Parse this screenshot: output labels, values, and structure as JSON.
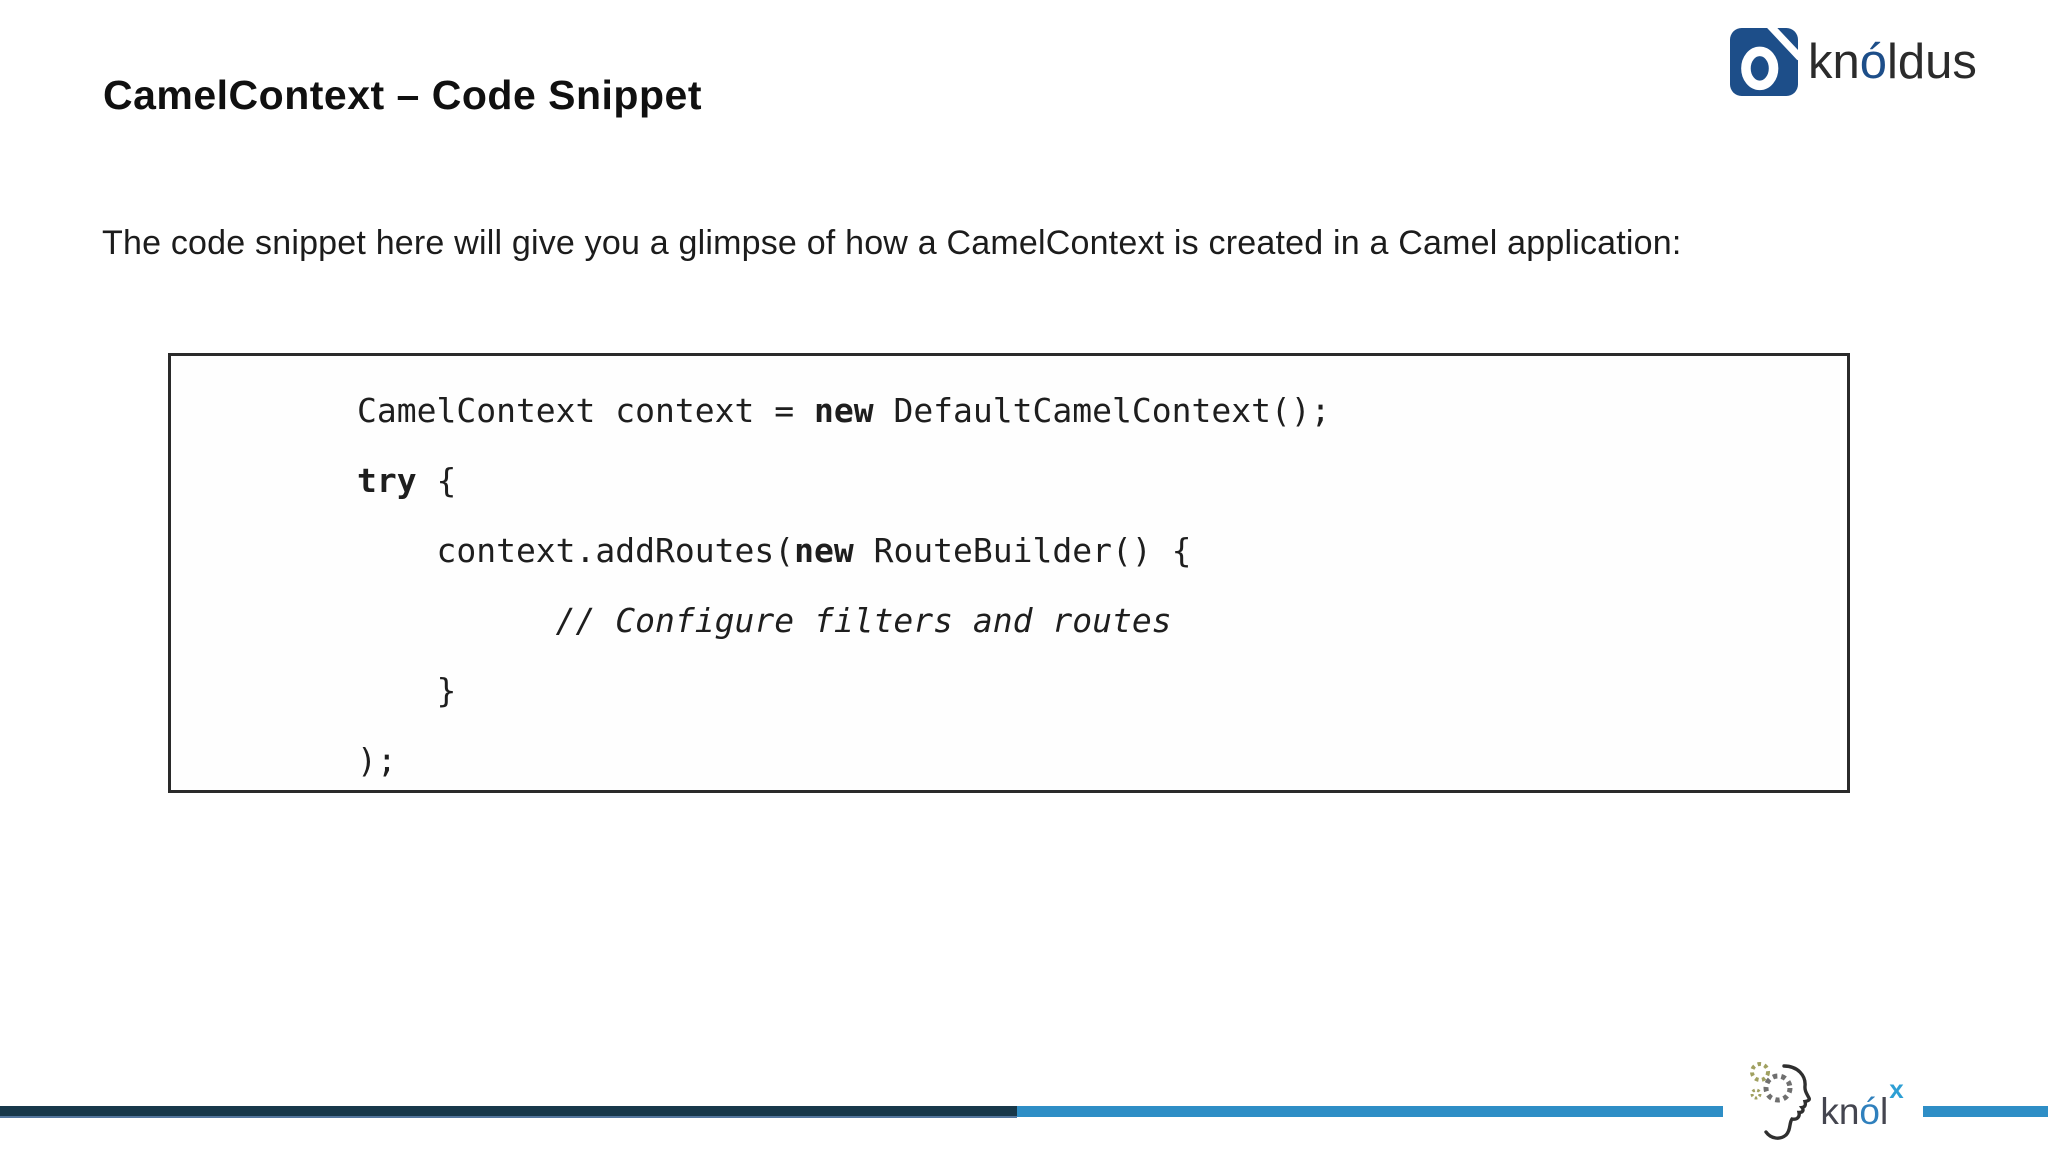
{
  "slide": {
    "title": "CamelContext – Code Snippet",
    "intro": "The code snippet here will give you a glimpse of how a CamelContext is created in a Camel application:"
  },
  "code": {
    "language": "java",
    "lines": [
      {
        "segments": [
          {
            "text": "CamelContext context = "
          },
          {
            "text": "new",
            "bold": true
          },
          {
            "text": " DefaultCamelContext();"
          }
        ]
      },
      {
        "segments": [
          {
            "text": "try",
            "bold": true
          },
          {
            "text": " {"
          }
        ]
      },
      {
        "segments": [
          {
            "text": "    context.addRoutes("
          },
          {
            "text": "new",
            "bold": true
          },
          {
            "text": " RouteBuilder() {"
          }
        ]
      },
      {
        "segments": [
          {
            "text": "          // Configure filters and routes",
            "italic": true
          }
        ]
      },
      {
        "segments": [
          {
            "text": "    }"
          }
        ]
      },
      {
        "segments": [
          {
            "text": ");"
          }
        ]
      }
    ]
  },
  "branding": {
    "knoldus": {
      "pre": "kn",
      "accent": "ó",
      "post": "ldus",
      "icon": "knoldus-o-slash-icon"
    },
    "knolx": {
      "pre": "kn",
      "accent": "ó",
      "post": "l",
      "sup": "x",
      "icon": "thinking-head-gears-icon"
    }
  },
  "colors": {
    "title_text": "#101010",
    "body_text": "#1c1c1c",
    "code_border": "#2a2a2a",
    "knoldus_blue": "#1d4e89",
    "footer_bar_dark": "#17384a",
    "footer_bar_light": "#2e8ec6",
    "knolx_blue": "#2f80bd",
    "knolx_sup_blue": "#2e9fd4"
  }
}
